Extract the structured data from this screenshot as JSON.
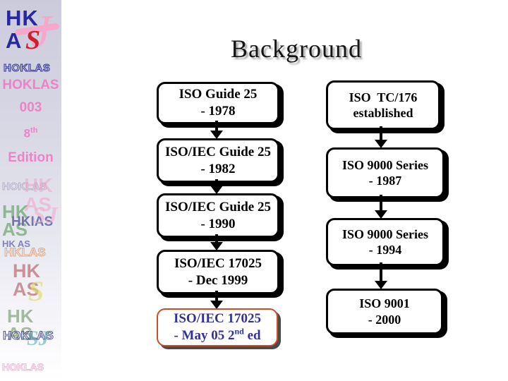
{
  "title": "Background",
  "sidebar": {
    "logo": {
      "letters_row1": "HK",
      "letters_row2": "A",
      "letter_s": "S",
      "letter_j": "J",
      "wordmark": "HOKLAS"
    },
    "publication": {
      "name": "HOKLAS",
      "number": "003",
      "edition_number": "8",
      "edition_suffix": "th",
      "edition_word": "Edition"
    },
    "watermarks": [
      "HOKLAS",
      "HK\nAS",
      "HK\nAS",
      "HKIAS",
      "SJ",
      "HK AS",
      "HKLAS",
      "HK\nAS",
      "S",
      "HK\nAS",
      "HOKLAS",
      "SJ",
      "HOKLAS"
    ]
  },
  "flowchart_left": {
    "boxes": [
      {
        "line1": "ISO Guide 25",
        "line2_pre": "- 1978",
        "line2_sup": "",
        "line2_post": ""
      },
      {
        "line1": "ISO/IEC Guide 25",
        "line2_pre": "- 1982",
        "line2_sup": "",
        "line2_post": ""
      },
      {
        "line1": "ISO/IEC Guide 25",
        "line2_pre": "- 1990",
        "line2_sup": "",
        "line2_post": ""
      },
      {
        "line1": "ISO/IEC 17025",
        "line2_pre": "- Dec 1999",
        "line2_sup": "",
        "line2_post": ""
      },
      {
        "line1": "ISO/IEC 17025",
        "line2_pre": "- May 05 2",
        "line2_sup": "nd",
        "line2_post": " ed"
      }
    ]
  },
  "flowchart_right": {
    "boxes": [
      {
        "line1": "ISO  TC/176",
        "line2_pre": "established",
        "line2_sup": "",
        "line2_post": ""
      },
      {
        "line1": "ISO 9000 Series",
        "line2_pre": "- 1987",
        "line2_sup": "",
        "line2_post": ""
      },
      {
        "line1": "ISO 9000 Series",
        "line2_pre": "- 1994",
        "line2_sup": "",
        "line2_post": ""
      },
      {
        "line1": "ISO 9001",
        "line2_pre": "- 2000",
        "line2_sup": "",
        "line2_post": ""
      }
    ]
  },
  "colors": {
    "box_border": "#000000",
    "box_fill": "#ffffff",
    "highlight_border": "#c84e28",
    "highlight_text": "#323296",
    "publication_pink": "#ee82c6",
    "logo_navy": "#2727a3",
    "logo_red": "#cf1f2e",
    "logo_pink": "#f6a8cc",
    "sidebar_top": "#cbcbdc",
    "title_text": "#151515"
  }
}
